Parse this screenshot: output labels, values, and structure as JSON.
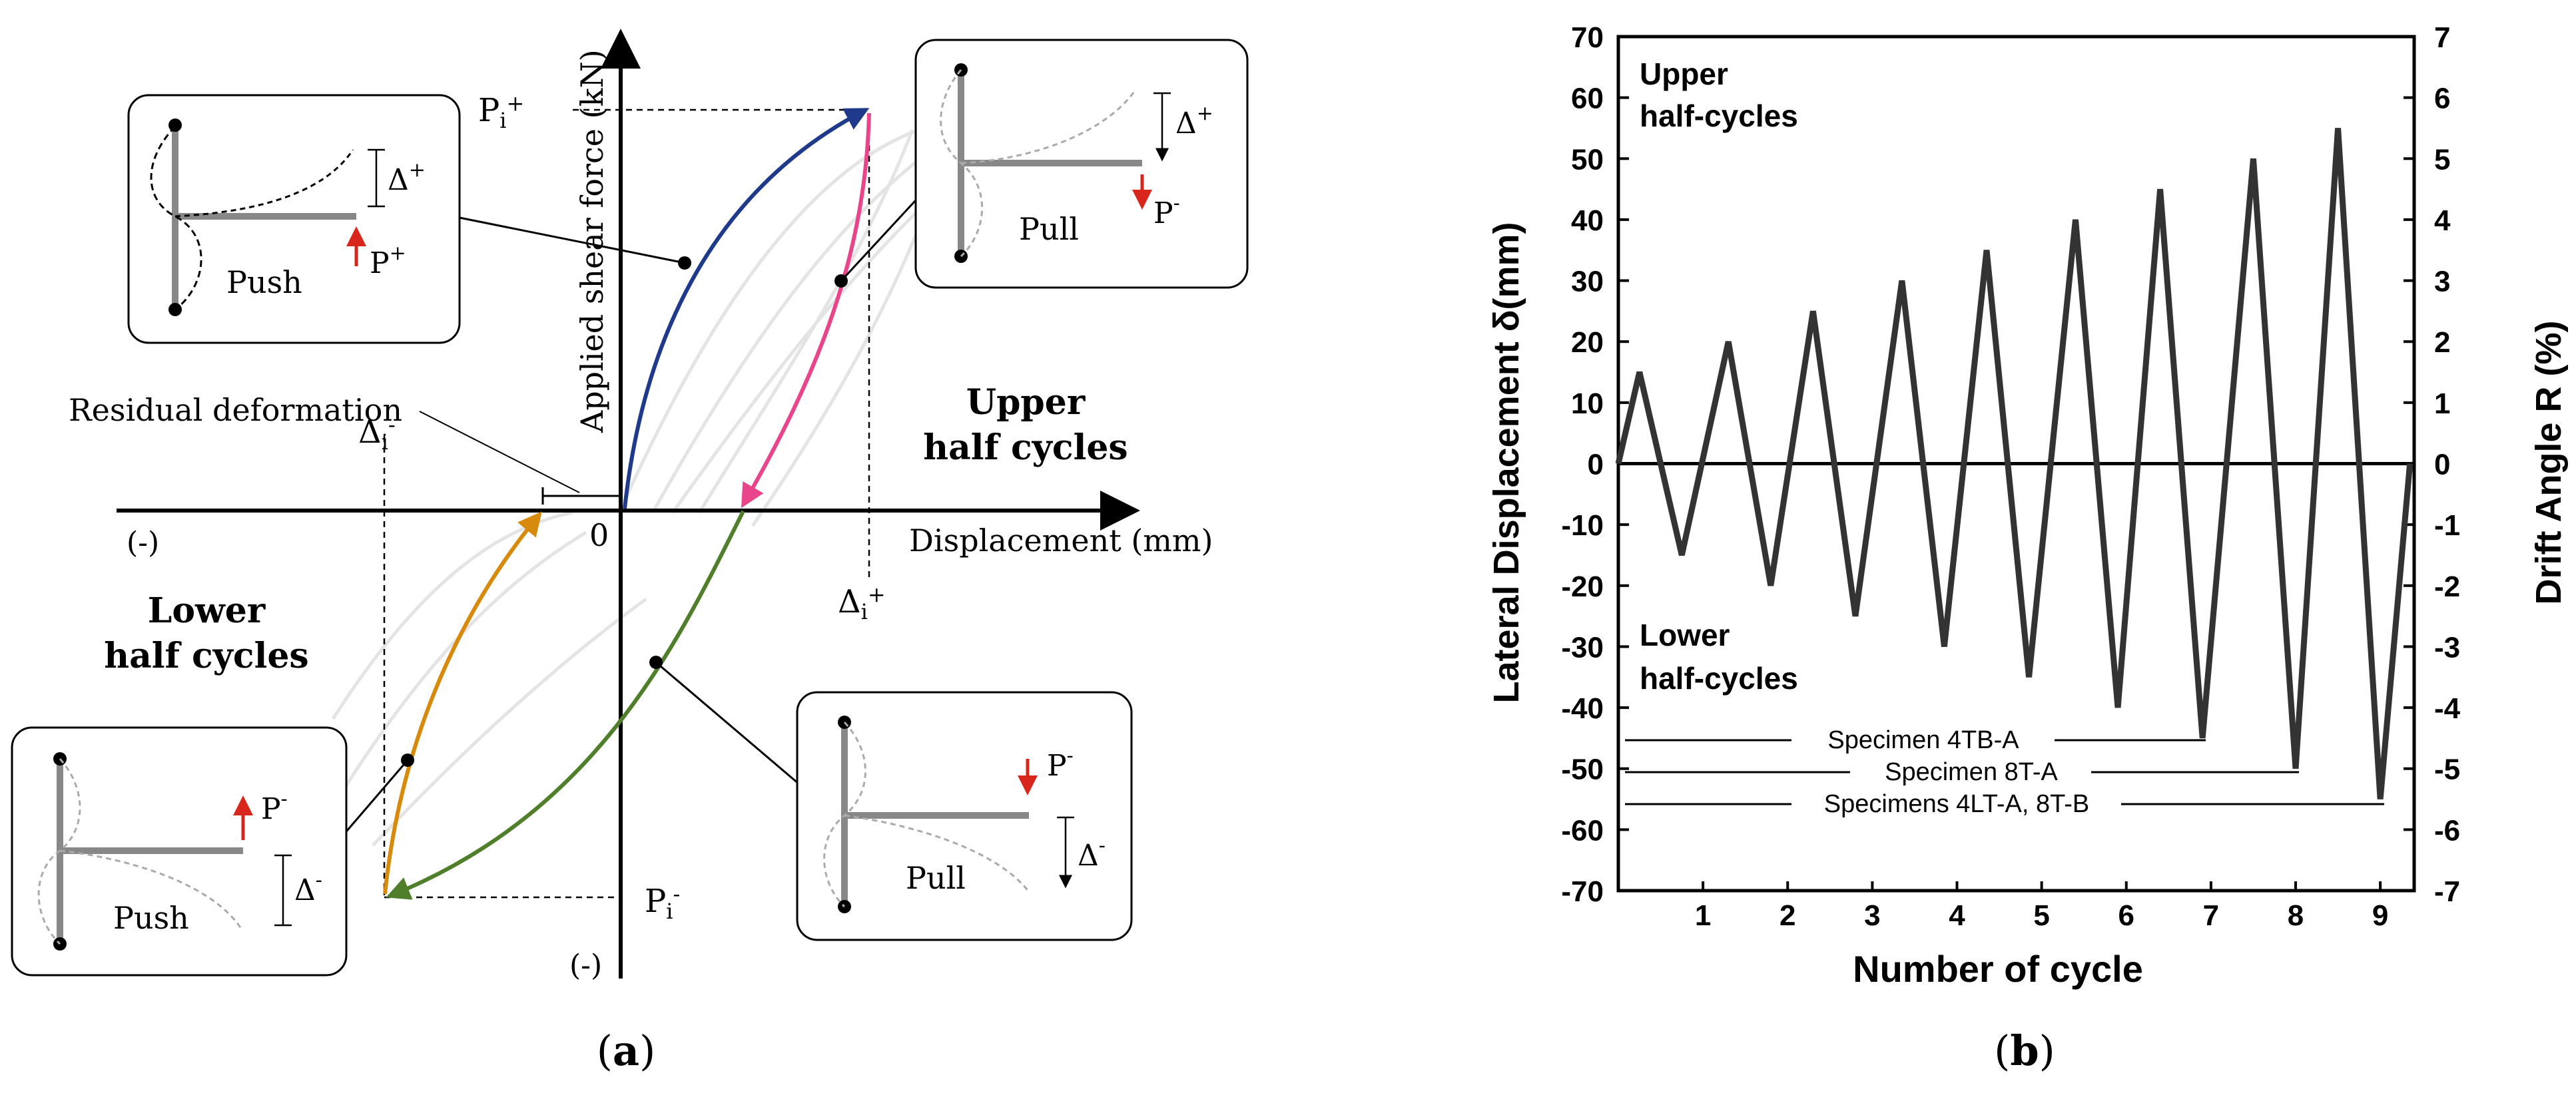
{
  "panel_a": {
    "label_open": "(",
    "label_letter": "a",
    "label_close": ")",
    "ylabel": "Applied shear force (kN)",
    "xlabel": "Displacement (mm)",
    "origin": "0",
    "neg_x": "(-)",
    "neg_y": "(-)",
    "residual": "Residual deformation",
    "upper_title_1": "Upper",
    "upper_title_2": "half cycles",
    "lower_title_1": "Lower",
    "lower_title_2": "half cycles",
    "P_i_plus": "P",
    "P_i_minus": "P",
    "Delta_i_plus": "Δ",
    "Delta_i_minus": "Δ",
    "sub_i": "i",
    "sup_plus": "+",
    "sup_minus": "-",
    "inset_push_upper": {
      "load": "P",
      "disp": "Δ",
      "sign": "+",
      "caption": "Push"
    },
    "inset_pull_upper": {
      "load": "P",
      "disp": "Δ",
      "sign_load": "-",
      "sign_disp": "+",
      "caption": "Pull"
    },
    "inset_push_lower": {
      "load": "P",
      "disp": "Δ",
      "sign": "-",
      "caption": "Push"
    },
    "inset_pull_lower": {
      "load": "P",
      "disp": "Δ",
      "sign": "-",
      "caption": "Pull"
    },
    "colors": {
      "loading_upper": "#1f3a8a",
      "unloading_upper": "#e8458b",
      "unloading_lower": "#4f7f2a",
      "loading_lower": "#d88a0c",
      "arrow_red": "#d9261c",
      "ghost": "#e6e6e6"
    }
  },
  "panel_b": {
    "label_open": "(",
    "label_letter": "b",
    "label_close": ")",
    "xlabel": "Number of cycle",
    "ylabel_left": "Lateral Displacement δ(mm)",
    "ylabel_right": "Drift Angle R (%)",
    "upper_1": "Upper",
    "upper_2": "half-cycles",
    "lower_1": "Lower",
    "lower_2": "half-cycles",
    "spec_1": "Specimen 4TB-A",
    "spec_2": "Specimen 8T-A",
    "spec_3": "Specimens 4LT-A, 8T-B"
  },
  "chart_data": {
    "type": "line",
    "xlabel": "Number of cycle",
    "ylabel": "Lateral Displacement δ(mm)",
    "ylabel_right": "Drift Angle R (%)",
    "xlim": [
      0,
      9.4
    ],
    "ylim": [
      -70,
      70
    ],
    "ylim_right": [
      -7,
      7
    ],
    "x_ticks": [
      1,
      2,
      3,
      4,
      5,
      6,
      7,
      8,
      9
    ],
    "y_ticks": [
      70,
      60,
      50,
      40,
      30,
      20,
      10,
      0,
      -10,
      -20,
      -30,
      -40,
      -50,
      -60,
      -70
    ],
    "y_ticks_right": [
      7,
      6,
      5,
      4,
      3,
      2,
      1,
      0,
      -1,
      -2,
      -3,
      -4,
      -5,
      -6,
      -7
    ],
    "grid": false,
    "x": [
      0,
      0.25,
      0.75,
      1.3,
      1.8,
      2.3,
      2.8,
      3.35,
      3.85,
      4.35,
      4.85,
      5.4,
      5.9,
      6.4,
      6.9,
      7.5,
      8.0,
      8.5,
      9.0,
      9.35
    ],
    "y": [
      0,
      15,
      -15,
      20,
      -20,
      25,
      -25,
      30,
      -30,
      35,
      -35,
      40,
      -40,
      45,
      -45,
      50,
      -50,
      55,
      -55,
      0
    ]
  }
}
